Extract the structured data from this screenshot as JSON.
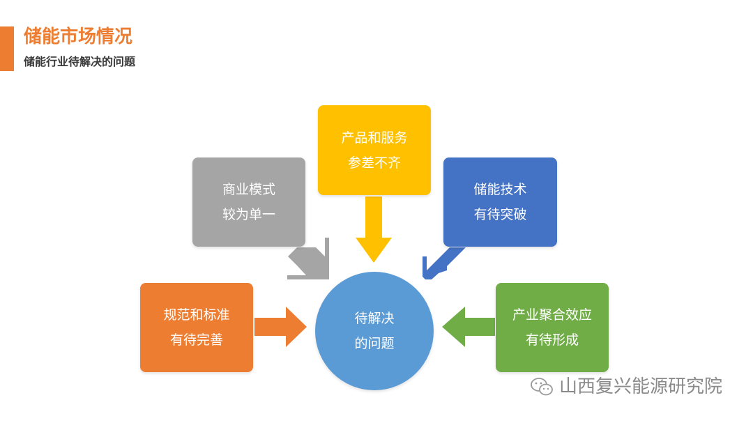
{
  "header": {
    "title": "储能市场情况",
    "subtitle": "储能行业待解决的问题"
  },
  "diagram": {
    "center": {
      "line1": "待解决",
      "line2": "的问题"
    },
    "boxes": {
      "business_model": {
        "line1": "商业模式",
        "line2": "较为单一"
      },
      "products_services": {
        "line1": "产品和服务",
        "line2": "参差不齐"
      },
      "technology": {
        "line1": "储能技术",
        "line2": "有待突破"
      },
      "standards": {
        "line1": "规范和标准",
        "line2": "有待完善"
      },
      "aggregation": {
        "line1": "产业聚合效应",
        "line2": "有待形成"
      }
    }
  },
  "watermark": {
    "text": "山西复兴能源研究院",
    "icon": "wechat-icon"
  },
  "colors": {
    "accent": "#ED7D31",
    "title_text": "#ED7D31",
    "subtitle_text": "#3A3A3A",
    "gray": "#A5A5A5",
    "yellow": "#FFC000",
    "blue": "#4472C4",
    "orange": "#ED7D31",
    "green": "#70AD47",
    "center": "#5B9BD5",
    "watermark_text": "#8A8A8A"
  }
}
